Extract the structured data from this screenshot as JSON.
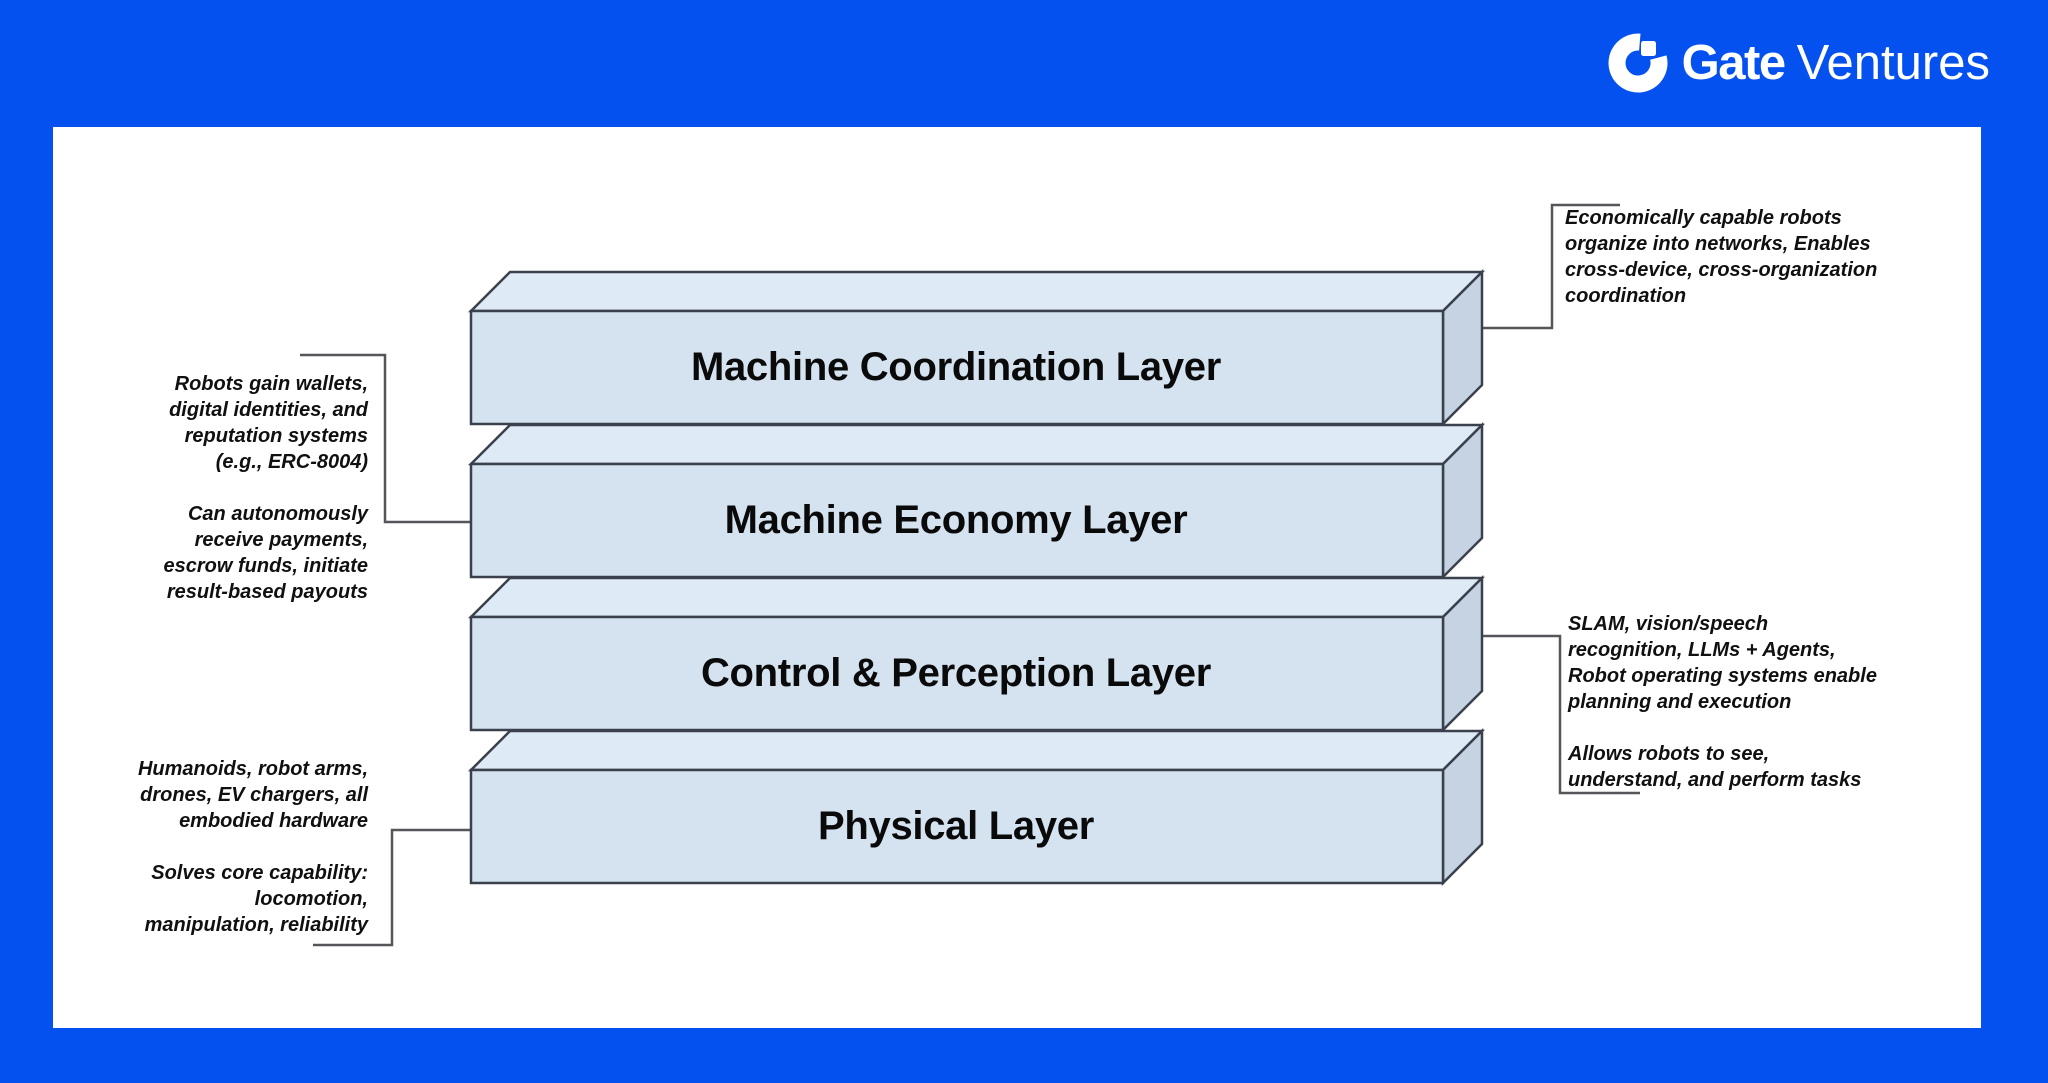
{
  "brand": {
    "logo_mark": "gate-ring-logo",
    "logo_text_bold": "Gate",
    "logo_text_light": "Ventures"
  },
  "colors": {
    "background_blue": "#0551f0",
    "card_white": "#ffffff",
    "box_front": "#d5e3f1",
    "box_top": "#deeaf6",
    "box_side": "#c5d3e3",
    "box_border": "#3a404c",
    "connector_line": "#55565a",
    "title_text": "#0a0a0a",
    "note_text": "#101010"
  },
  "diagram": {
    "layers": [
      {
        "label": "Machine Coordination Layer"
      },
      {
        "label": "Machine Economy Layer"
      },
      {
        "label": "Control & Perception Layer"
      },
      {
        "label": "Physical Layer"
      }
    ],
    "annotations": [
      {
        "id": "coordination-note",
        "side": "right",
        "text": "Economically capable robots\norganize into networks, Enables\ncross-device, cross-organization\ncoordination"
      },
      {
        "id": "economy-note",
        "side": "left",
        "text": "Robots gain wallets,\ndigital identities, and\nreputation systems\n(e.g., ERC-8004)\n\nCan autonomously\nreceive payments,\nescrow funds, initiate\nresult-based payouts"
      },
      {
        "id": "perception-note",
        "side": "right",
        "text": "SLAM, vision/speech\nrecognition, LLMs + Agents,\nRobot operating systems enable\nplanning and execution\n\nAllows robots to see,\nunderstand, and perform tasks"
      },
      {
        "id": "physical-note",
        "side": "left",
        "text": "Humanoids, robot arms,\ndrones, EV chargers, all\nembodied hardware\n\nSolves core capability:\nlocomotion,\nmanipulation, reliability"
      }
    ]
  }
}
